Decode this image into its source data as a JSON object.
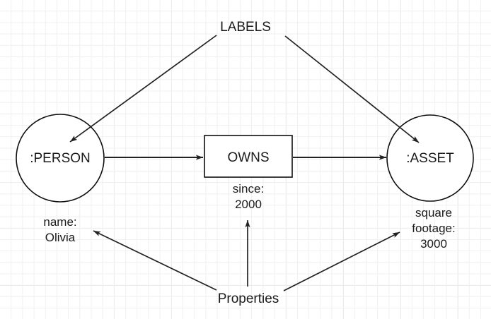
{
  "diagram": {
    "title_label": "LABELS",
    "bottom_label": "Properties",
    "nodes": [
      {
        "id": "person",
        "shape": "circle",
        "label": ":PERSON"
      },
      {
        "id": "asset",
        "shape": "circle",
        "label": ":ASSET"
      }
    ],
    "relationship": {
      "id": "owns",
      "shape": "rectangle",
      "label": "OWNS"
    },
    "properties": [
      {
        "id": "person-prop",
        "line1": "name:",
        "line2": "Olivia"
      },
      {
        "id": "owns-prop",
        "line1": "since:",
        "line2": "2000"
      },
      {
        "id": "asset-prop",
        "line1": "square",
        "line2": "footage:",
        "line3": "3000"
      }
    ],
    "colors": {
      "stroke": "#101010",
      "text": "#1a1a1a",
      "background": "#ffffff",
      "grid_minor": "#f0f0f2",
      "grid_major": "#e6e6ea"
    }
  }
}
